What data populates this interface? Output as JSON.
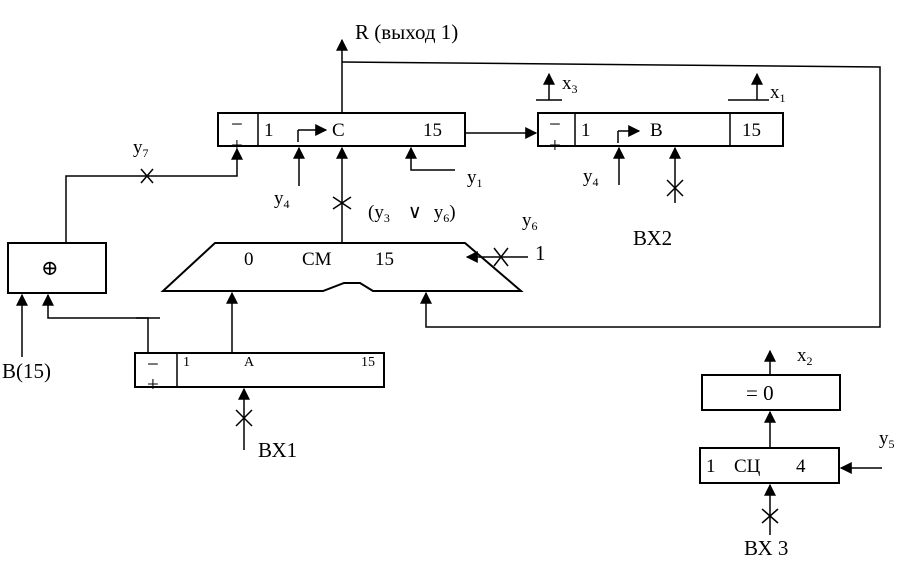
{
  "reg_c": {
    "sign_minus": "−",
    "sign_plus": "+",
    "left": "1",
    "name": "C",
    "right": "15"
  },
  "reg_b": {
    "sign_minus": "−",
    "sign_plus": "+",
    "left": "1",
    "name": "B",
    "right": "15"
  },
  "reg_a": {
    "sign_minus": "−",
    "sign_plus": "+",
    "left": "1",
    "name": "A",
    "right": "15"
  },
  "adder": {
    "left": "0",
    "name": "CM",
    "right": "15"
  },
  "xor_box": {
    "symbol": "⊕"
  },
  "zero_box": {
    "label": "= 0"
  },
  "counter": {
    "left": "1",
    "name": "СЦ",
    "right": "4"
  },
  "labels": {
    "output": "R (выход 1)",
    "x3": "x",
    "x3_sub": "3",
    "x1": "x",
    "x1_sub": "1",
    "x2": "x",
    "x2_sub": "2",
    "y7": "y",
    "y7_sub": "7",
    "y4_left": "y",
    "y4_left_sub": "4",
    "y4_right": "y",
    "y4_right_sub": "4",
    "y1": "y",
    "y1_sub": "1",
    "y6": "y",
    "y6_sub": "6",
    "y5": "y",
    "y5_sub": "5",
    "cond_open": "(y",
    "cond_sub3": "3",
    "cond_or": "∨",
    "cond_y6": "y",
    "cond_sub6": "6",
    "cond_close": ")",
    "carry_one": "1",
    "in2": "ВХ2",
    "in1": "ВХ1",
    "in3": "ВХ 3",
    "b15": "B(15)"
  }
}
